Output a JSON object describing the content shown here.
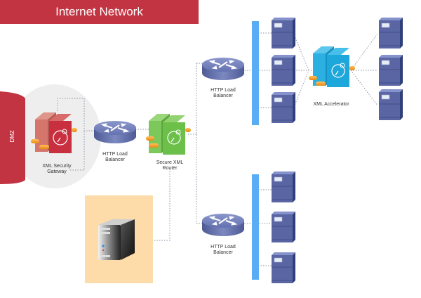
{
  "title": "Internet Network",
  "zone": {
    "label": "DMZ"
  },
  "colors": {
    "banner": "#c23441",
    "dmz": "#c23441",
    "dmz_zone": "#eeeeee",
    "gateway": "#c8303f",
    "router_green": "#6cc04a",
    "accelerator": "#1ea7da",
    "load_balancer": "#6876b0",
    "server": "#5a66a4",
    "bus": "#5aacf5",
    "workstation_bg": "#fddcaa"
  },
  "nodes": {
    "security_gateway": {
      "label_line1": "XML Security",
      "label_line2": "Gateway"
    },
    "lb_main": {
      "label_line1": "HTTP Load",
      "label_line2": "Balancer"
    },
    "secure_router": {
      "label_line1": "Secure XML",
      "label_line2": "Router"
    },
    "lb_top": {
      "label_line1": "HTTP Load",
      "label_line2": "Balancer"
    },
    "lb_bottom": {
      "label_line1": "HTTP Load",
      "label_line2": "Balancer"
    },
    "accelerator": {
      "label": "XML Accelerator"
    }
  }
}
